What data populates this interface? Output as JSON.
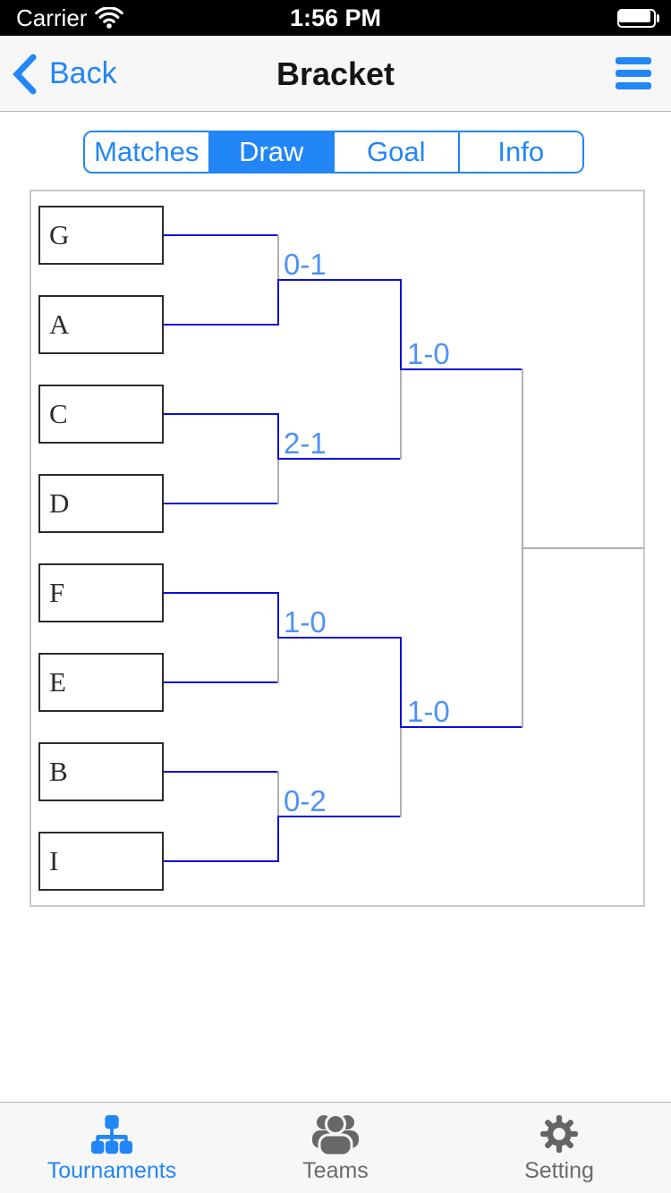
{
  "status_bar": {
    "carrier": "Carrier",
    "time": "1:56 PM",
    "battery_level": "full"
  },
  "nav_bar": {
    "back_label": "Back",
    "title": "Bracket"
  },
  "segmented": {
    "items": [
      {
        "label": "Matches",
        "selected": false
      },
      {
        "label": "Draw",
        "selected": true
      },
      {
        "label": "Goal",
        "selected": false
      },
      {
        "label": "Info",
        "selected": false
      }
    ]
  },
  "bracket": {
    "teams": [
      "G",
      "A",
      "C",
      "D",
      "F",
      "E",
      "B",
      "I"
    ],
    "round1": [
      {
        "top": "G",
        "bottom": "A",
        "score": "0-1",
        "winner": "A"
      },
      {
        "top": "C",
        "bottom": "D",
        "score": "2-1",
        "winner": "C"
      },
      {
        "top": "F",
        "bottom": "E",
        "score": "1-0",
        "winner": "F"
      },
      {
        "top": "B",
        "bottom": "I",
        "score": "0-2",
        "winner": "I"
      }
    ],
    "semifinals": [
      {
        "top": "A",
        "bottom": "C",
        "score": "1-0",
        "winner": "A"
      },
      {
        "top": "F",
        "bottom": "I",
        "score": "1-0",
        "winner": "F"
      }
    ],
    "final": {
      "top": "A",
      "bottom": "F",
      "score": "",
      "winner": ""
    }
  },
  "tab_bar": {
    "items": [
      {
        "label": "Tournaments",
        "active": true
      },
      {
        "label": "Teams",
        "active": false
      },
      {
        "label": "Setting",
        "active": false
      }
    ]
  },
  "colors": {
    "accent": "#2286f7",
    "score_text": "#4f92f5",
    "winner_line": "#0d0dd9",
    "loser_line": "#b0b0b0",
    "container_border": "#c9c9c9",
    "bar_bg": "#f7f7f8",
    "inactive_tab": "#6b6b6b"
  }
}
